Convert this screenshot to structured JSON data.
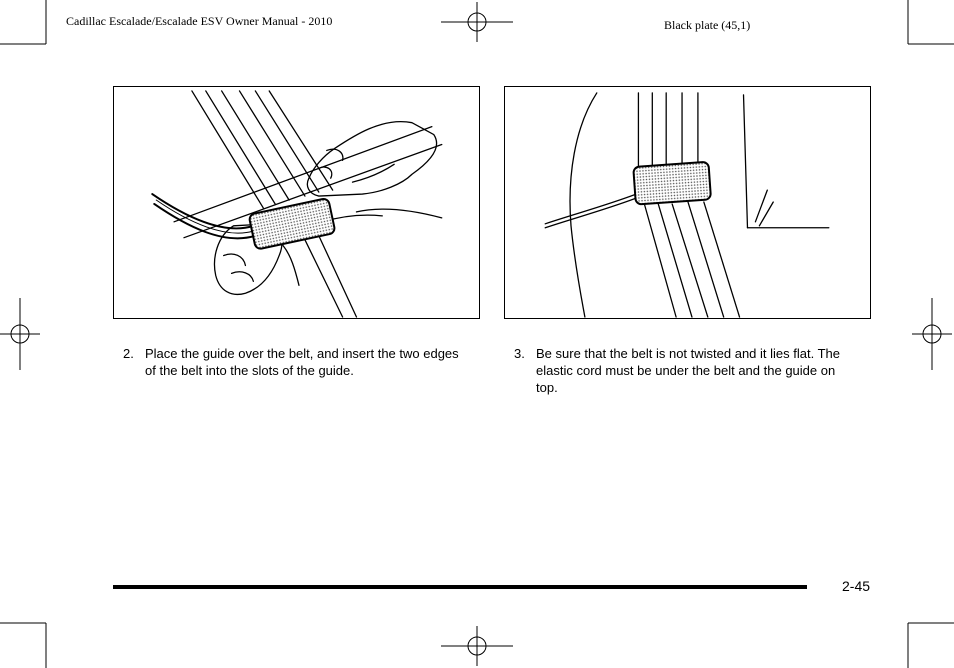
{
  "header": {
    "manual_title": "Cadillac Escalade/Escalade ESV Owner Manual - 2010",
    "plate": "Black plate (45,1)"
  },
  "steps": [
    {
      "number": "2.",
      "text": "Place the guide over the belt, and insert the two edges of the belt into the slots of the guide."
    },
    {
      "number": "3.",
      "text": "Be sure that the belt is not twisted and it lies flat. The elastic cord must be under the belt and the guide on top."
    }
  ],
  "footer": {
    "page_number": "2-45"
  }
}
